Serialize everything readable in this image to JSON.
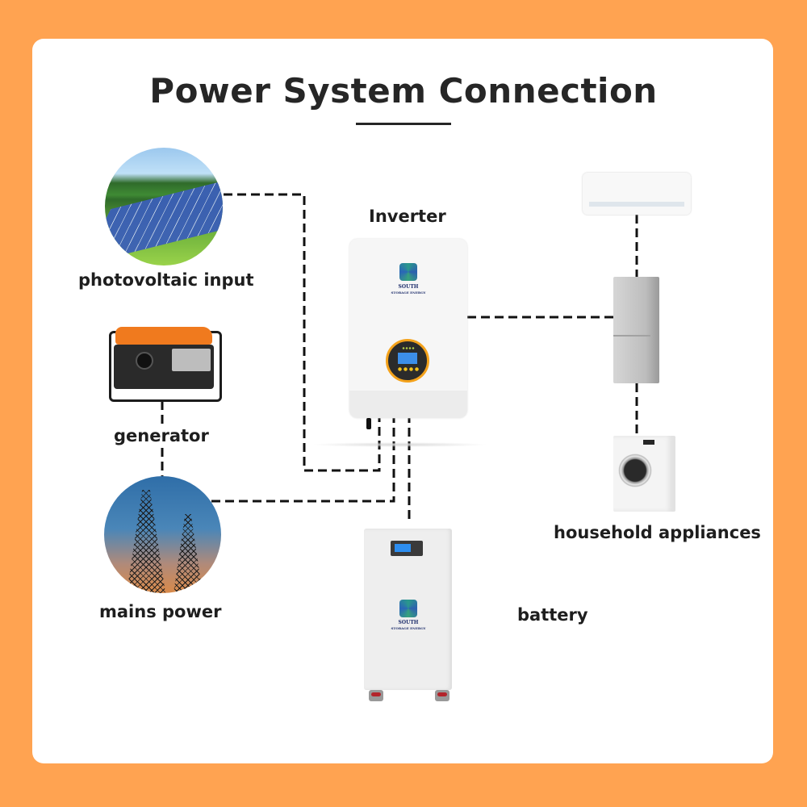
{
  "title": "Power System Connection",
  "nodes": {
    "photovoltaic": {
      "label": "photovoltaic input",
      "image": "solar-panel-field"
    },
    "generator": {
      "label": "generator",
      "image": "portable-generator"
    },
    "mains": {
      "label": "mains power",
      "image": "power-transmission-towers"
    },
    "inverter": {
      "label": "Inverter",
      "brand": "SOUTH",
      "brand_sub": "STORAGE ENERGY"
    },
    "battery": {
      "label": "battery",
      "brand": "SOUTH",
      "brand_sub": "STORAGE ENERGY"
    },
    "appliances": {
      "label": "household appliances",
      "items": [
        "air-conditioner",
        "refrigerator",
        "washing-machine"
      ]
    }
  },
  "connections": [
    {
      "from": "photovoltaic",
      "to": "inverter",
      "style": "dashed"
    },
    {
      "from": "generator",
      "to": "mains",
      "style": "dashed"
    },
    {
      "from": "mains",
      "to": "inverter",
      "style": "dashed"
    },
    {
      "from": "battery",
      "to": "inverter",
      "style": "dashed"
    },
    {
      "from": "inverter",
      "to": "appliances",
      "style": "dashed"
    }
  ],
  "colors": {
    "background": "#FFA351",
    "card": "#FFFFFF",
    "text": "#262626",
    "wire": "#111111",
    "accent_ring": "#F4A21B"
  }
}
